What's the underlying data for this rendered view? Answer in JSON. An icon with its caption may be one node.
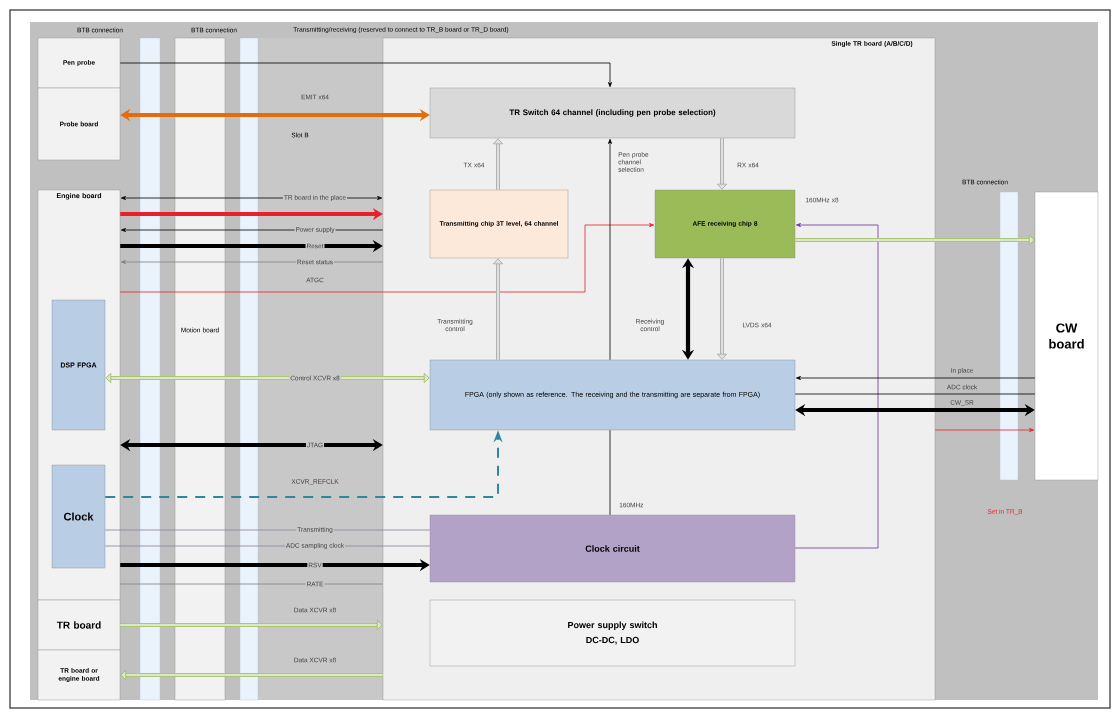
{
  "diagram": {
    "nodes": [
      {
        "text": [
          "Pen probe"
        ]
      },
      {
        "text": [
          "Probe board"
        ]
      },
      {
        "text": [
          "Engine board"
        ]
      },
      {
        "text": [
          "DSP FPGA"
        ],
        "in": 2
      },
      {
        "text": [
          "Clock"
        ],
        "in": 2
      },
      {
        "text": [
          "TR board"
        ]
      },
      {
        "text": [
          "TR board or engine board"
        ]
      },
      {
        "text": [
          "Single TR board (A/B/C/D)"
        ]
      },
      {
        "text": [
          "TR Switch 64 channel (including pen probe selection)"
        ],
        "in": 7
      },
      {
        "text": [
          "Transmitting chip 3T level, 64 channel"
        ],
        "in": 7
      },
      {
        "text": [
          "AFE receiving chip 8"
        ],
        "in": 7
      },
      {
        "text": [
          "FPGA (only shown as reference. The receiving and the transmitting are separate from FPGA)"
        ],
        "in": 7
      },
      {
        "text": [
          "Clock circuit"
        ],
        "in": 7
      },
      {
        "text": [
          "Power supply switch",
          "DC-DC, LDO"
        ],
        "in": 7
      },
      {
        "text": [
          "CW board"
        ]
      }
    ],
    "edges": [
      {
        "from": 0,
        "to": 8,
        "arrow": "to"
      },
      {
        "from": 1,
        "to": 8,
        "arrow": "both",
        "label": "EMIT x64",
        "style": "thick",
        "color": "#e46c0a"
      },
      {
        "from": 7,
        "to": 2,
        "arrow": "both",
        "label": "TR board in the place"
      },
      {
        "from": 2,
        "to": 7,
        "arrow": "to",
        "style": "thick",
        "color": "#e8202a"
      },
      {
        "from": 7,
        "to": 2,
        "arrow": "to",
        "label": "Power supply"
      },
      {
        "from": 2,
        "to": 7,
        "arrow": "to",
        "label": "Reset",
        "style": "thick"
      },
      {
        "from": 7,
        "to": 2,
        "arrow": "to",
        "label": "Reset status",
        "color": "#808080"
      },
      {
        "from": 2,
        "to": 10,
        "arrow": "to",
        "label": "ATGC",
        "color": "#e8202a"
      },
      {
        "from": 3,
        "to": 11,
        "arrow": "both",
        "label": "Control XCVR x8",
        "style": "thick",
        "color": "#9bbb59"
      },
      {
        "from": 2,
        "to": 7,
        "arrow": "both",
        "label": "JTAG",
        "style": "thick"
      },
      {
        "from": 4,
        "to": 11,
        "arrow": "to",
        "label": "XCVR_REFCLK",
        "style": "dashed",
        "color": "#31859c"
      },
      {
        "from": 4,
        "to": 12,
        "arrow": "none",
        "label": "Transmitting",
        "color": "#8a7f9c"
      },
      {
        "from": 4,
        "to": 12,
        "arrow": "none",
        "label": "ADC sampling clock",
        "color": "#8a7f9c"
      },
      {
        "from": 2,
        "to": 12,
        "arrow": "to",
        "label": "RSV",
        "style": "thick"
      },
      {
        "from": 2,
        "to": 7,
        "arrow": "none",
        "label": "RATE",
        "color": "#808080"
      },
      {
        "from": 5,
        "to": 7,
        "arrow": "to",
        "label": "Data XCVR x8",
        "style": "thick",
        "color": "#9bbb59"
      },
      {
        "from": 7,
        "to": 6,
        "arrow": "to",
        "label": "Data XCVR x8",
        "style": "thick",
        "color": "#9bbb59"
      },
      {
        "from": 9,
        "to": 8,
        "arrow": "to",
        "label": "TX x64",
        "style": "thick",
        "color": "#a6a6a6"
      },
      {
        "from": 8,
        "to": 10,
        "arrow": "to",
        "label": "RX x64",
        "style": "thick",
        "color": "#a6a6a6"
      },
      {
        "from": 11,
        "to": 9,
        "arrow": "to",
        "label": "Transmitting control",
        "style": "thick",
        "color": "#a6a6a6"
      },
      {
        "from": 10,
        "to": 11,
        "arrow": "both",
        "label": "Receiving control",
        "style": "thick"
      },
      {
        "from": 10,
        "to": 11,
        "arrow": "to",
        "label": "LVDS x64",
        "style": "thick",
        "color": "#a6a6a6"
      },
      {
        "from": 11,
        "to": 8,
        "arrow": "to",
        "label": "Pen probe channel selection"
      },
      {
        "from": 12,
        "to": 11,
        "arrow": "none",
        "label": "160MHz"
      },
      {
        "from": 12,
        "to": 10,
        "arrow": "to",
        "label": "160MHz x8",
        "color": "#7030a0"
      },
      {
        "from": 10,
        "to": 14,
        "arrow": "to",
        "style": "thick",
        "color": "#9bbb59"
      },
      {
        "from": 14,
        "to": 11,
        "arrow": "to",
        "label": "In place"
      },
      {
        "from": 14,
        "to": 11,
        "arrow": "none",
        "label": "ADC clock"
      },
      {
        "from": 11,
        "to": 14,
        "arrow": "both",
        "label": "CW_SR",
        "style": "thick"
      },
      {
        "from": 7,
        "to": 14,
        "arrow": "to",
        "color": "#e8202a"
      }
    ],
    "labels": [
      "BTB connection",
      "BTB connection",
      "Transmitting/receiving (reserved to connect to TR_B board or TR_D board)",
      "Slot B",
      "BTB connection",
      "Motion board",
      "Set in TR_B"
    ]
  }
}
